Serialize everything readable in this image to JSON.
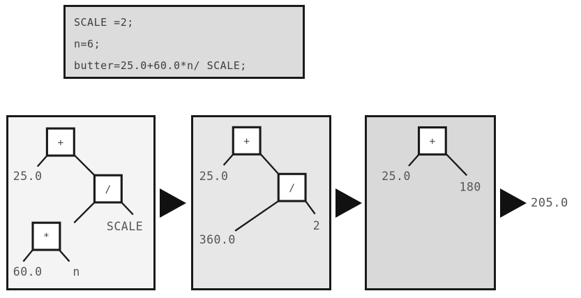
{
  "code_box": {
    "lines": [
      "SCALE =2;",
      "n=6;",
      "butter=25.0+60.0*n/ SCALE;"
    ],
    "background": "#dcdcdc",
    "border_color": "#1a1a1a"
  },
  "panels": [
    {
      "name": "expression-tree-initial",
      "background": "#f4f4f4",
      "nodes": [
        {
          "id": "plus",
          "label": "+"
        },
        {
          "id": "div",
          "label": "/"
        },
        {
          "id": "times",
          "label": "*"
        }
      ],
      "leaves": [
        {
          "id": "leaf-25",
          "label": "25.0"
        },
        {
          "id": "leaf-scale",
          "label": "SCALE"
        },
        {
          "id": "leaf-60",
          "label": "60.0"
        },
        {
          "id": "leaf-n",
          "label": "n"
        }
      ]
    },
    {
      "name": "expression-tree-step-2",
      "background": "#e7e7e7",
      "nodes": [
        {
          "id": "plus",
          "label": "+"
        },
        {
          "id": "div",
          "label": "/"
        }
      ],
      "leaves": [
        {
          "id": "leaf-25",
          "label": "25.0"
        },
        {
          "id": "leaf-360",
          "label": "360.0"
        },
        {
          "id": "leaf-2",
          "label": "2"
        }
      ]
    },
    {
      "name": "expression-tree-step-3",
      "background": "#d9d9d9",
      "nodes": [
        {
          "id": "plus",
          "label": "+"
        }
      ],
      "leaves": [
        {
          "id": "leaf-25",
          "label": "25.0"
        },
        {
          "id": "leaf-180",
          "label": "180"
        }
      ]
    }
  ],
  "arrows": [
    {
      "name": "evaluation-arrow-1"
    },
    {
      "name": "evaluation-arrow-2"
    },
    {
      "name": "evaluation-arrow-3"
    }
  ],
  "final_result": "205.0",
  "colors": {
    "ink": "#1a1a1a",
    "label_text": "#555555",
    "node_fill": "#ffffff"
  }
}
